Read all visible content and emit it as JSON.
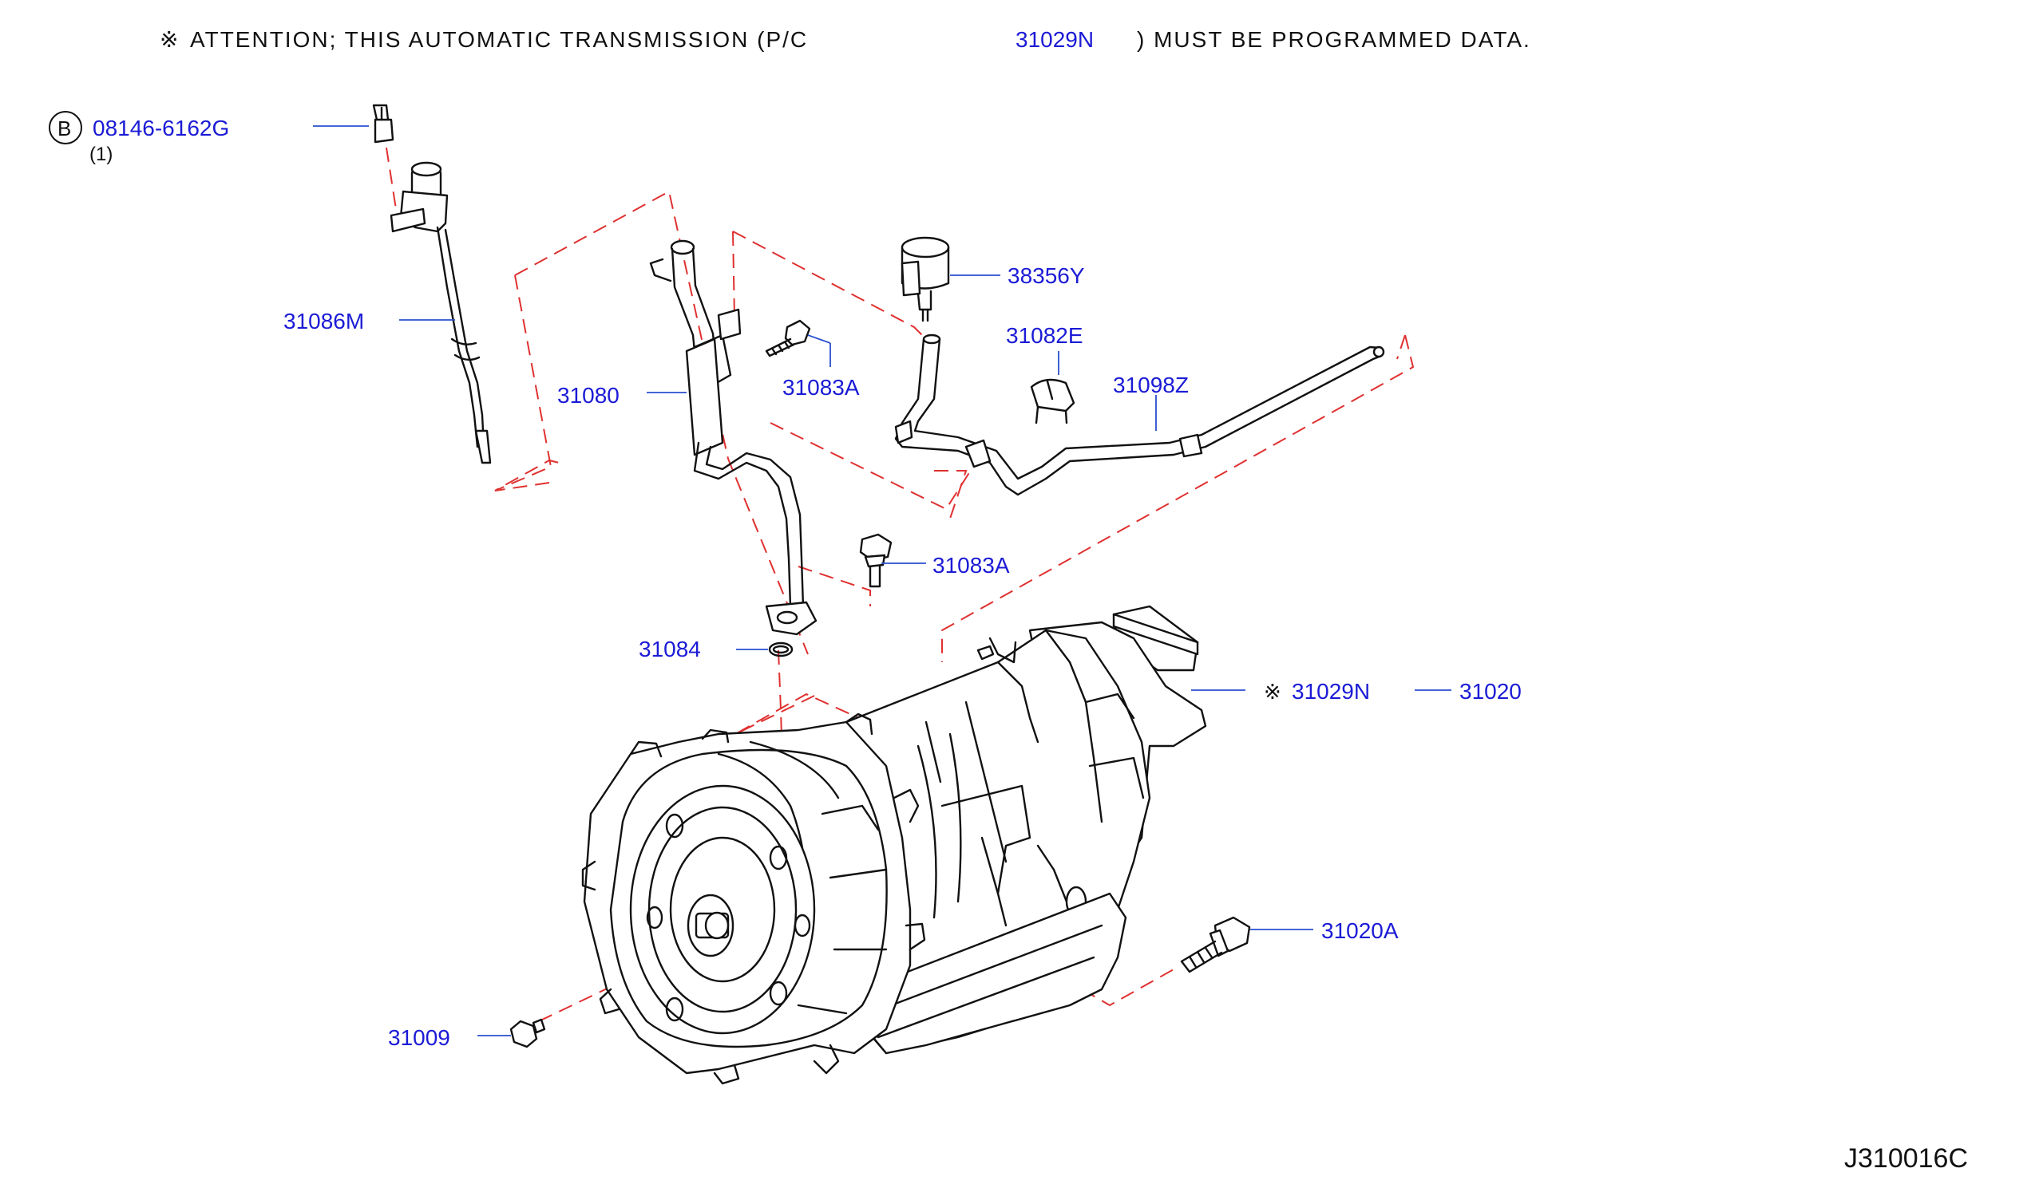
{
  "header": {
    "symbol": "※",
    "attention_prefix": "ATTENTION;  THIS  AUTOMATIC  TRANSMISSION  (P/C",
    "attention_part": "31029N",
    "attention_suffix": ")  MUST  BE  PROGRAMMED  DATA."
  },
  "bolt_note": {
    "circle_letter": "B",
    "part_no": "08146-6162G",
    "quantity": "(1)"
  },
  "labels": {
    "dipstick": "31086M",
    "filler_tube": "31080",
    "bolt_upper": "31083A",
    "bolt_lower": "31083A",
    "o_ring": "31084",
    "breather": "38356Y",
    "clip": "31082E",
    "breather_hose": "31098Z",
    "tcm_symbol": "※",
    "tcm": "31029N",
    "transmission": "31020",
    "mount_bolt": "31020A",
    "drain_plug": "31009"
  },
  "figure_code": "J310016C",
  "colors": {
    "label_blue": "#1b1bd6",
    "guide_red": "#e03030",
    "line_black": "#111111"
  }
}
